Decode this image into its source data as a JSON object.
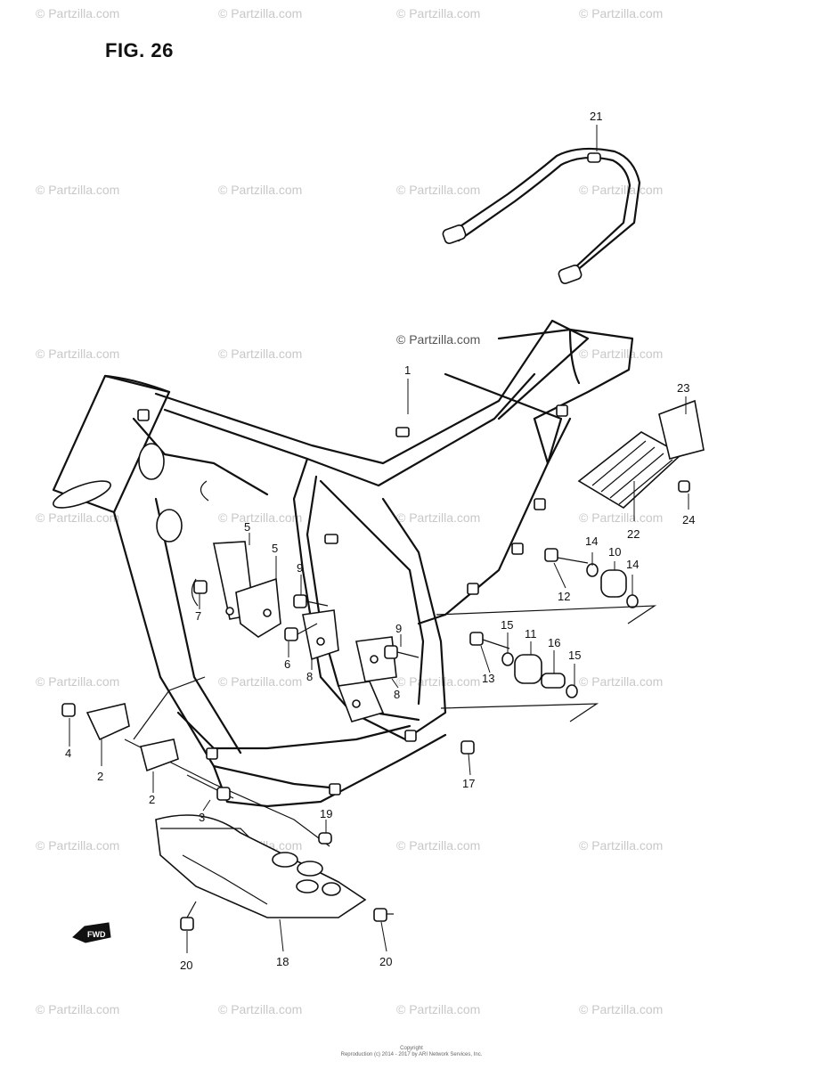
{
  "figure": {
    "title": "FIG. 26"
  },
  "watermarks": {
    "text": "© Partzilla.com",
    "center_text": "© Partzilla.com"
  },
  "callouts": {
    "c1": "1",
    "c2a": "2",
    "c2b": "2",
    "c3": "3",
    "c4": "4",
    "c5a": "5",
    "c5b": "5",
    "c6": "6",
    "c7": "7",
    "c8a": "8",
    "c8b": "8",
    "c9a": "9",
    "c9b": "9",
    "c10": "10",
    "c11": "11",
    "c12": "12",
    "c13": "13",
    "c14a": "14",
    "c14b": "14",
    "c15a": "15",
    "c15b": "15",
    "c16": "16",
    "c17": "17",
    "c18": "18",
    "c19": "19",
    "c20a": "20",
    "c20b": "20",
    "c21": "21",
    "c22": "22",
    "c23": "23",
    "c24": "24"
  },
  "fwd_arrow": {
    "label": "FWD"
  },
  "copyright": {
    "line1": "Copyright",
    "line2": "Reproduction (c) 2014 - 2017 by ARI Network Services, Inc."
  }
}
